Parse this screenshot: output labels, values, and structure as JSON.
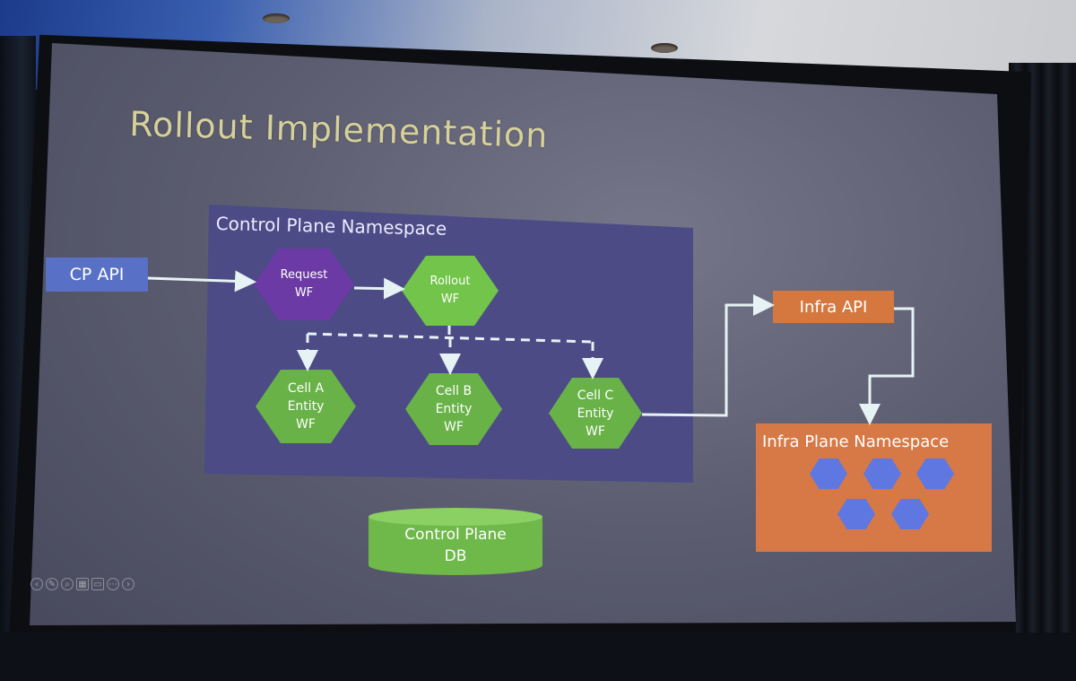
{
  "slide": {
    "title": "Rollout Implementation",
    "control_plane_namespace": {
      "label": "Control Plane Namespace",
      "request_wf": [
        "Request",
        "WF"
      ],
      "rollout_wf": [
        "Rollout",
        "WF"
      ],
      "cells": [
        [
          "Cell A",
          "Entity",
          "WF"
        ],
        [
          "Cell B",
          "Entity",
          "WF"
        ],
        [
          "Cell C",
          "Entity",
          "WF"
        ]
      ]
    },
    "cp_api": "CP API",
    "infra_api": "Infra API",
    "infra_plane_namespace": {
      "label": "Infra Plane Namespace",
      "nodes": 5
    },
    "control_plane_db": [
      "Control Plane",
      "DB"
    ]
  },
  "colors": {
    "cp_api": "#5871c6",
    "control_plane_panel": "#4c4b86",
    "request_wf": "#6b3aa4",
    "rollout_wf": "#72c44a",
    "entity_wf": "#69b248",
    "infra": "#d77946",
    "infra_nodes": "#5f77e0",
    "db": "#6fb84a",
    "title": "#d6d09a"
  },
  "presenter_toolbar": {
    "icons": [
      "previous-icon",
      "pen-icon",
      "zoom-icon",
      "slides-grid-icon",
      "subtitles-icon",
      "more-icon",
      "next-icon"
    ]
  }
}
